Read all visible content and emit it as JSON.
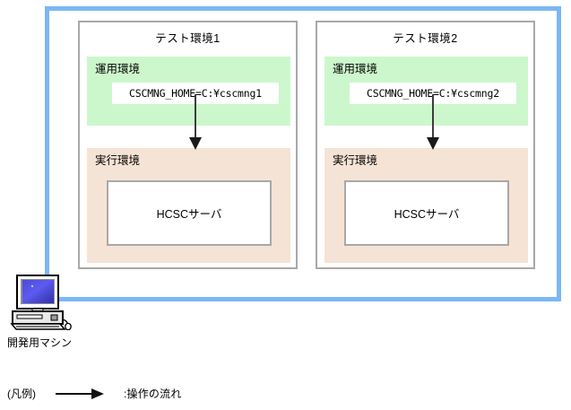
{
  "diagram": {
    "frame": {
      "accent_color": "#7ab7f5"
    },
    "environments": [
      {
        "title": "テスト環境1",
        "ops_zone_label": "運用環境",
        "ops_zone_color": "#ccf7cc",
        "env_var": "CSCMNG_HOME=C:¥cscmng1",
        "exec_zone_label": "実行環境",
        "exec_zone_color": "#f5e3d5",
        "server_label": "HCSCサーバ"
      },
      {
        "title": "テスト環境2",
        "ops_zone_label": "運用環境",
        "ops_zone_color": "#ccf7cc",
        "env_var": "CSCMNG_HOME=C:¥cscmng2",
        "exec_zone_label": "実行環境",
        "exec_zone_color": "#f5e3d5",
        "server_label": "HCSCサーバ"
      }
    ],
    "dev_machine": {
      "label": "開発用マシン",
      "icon": "desktop-computer-icon"
    },
    "legend": {
      "title": "(凡例)",
      "arrow_icon": "right-arrow-icon",
      "description": ":操作の流れ"
    }
  }
}
